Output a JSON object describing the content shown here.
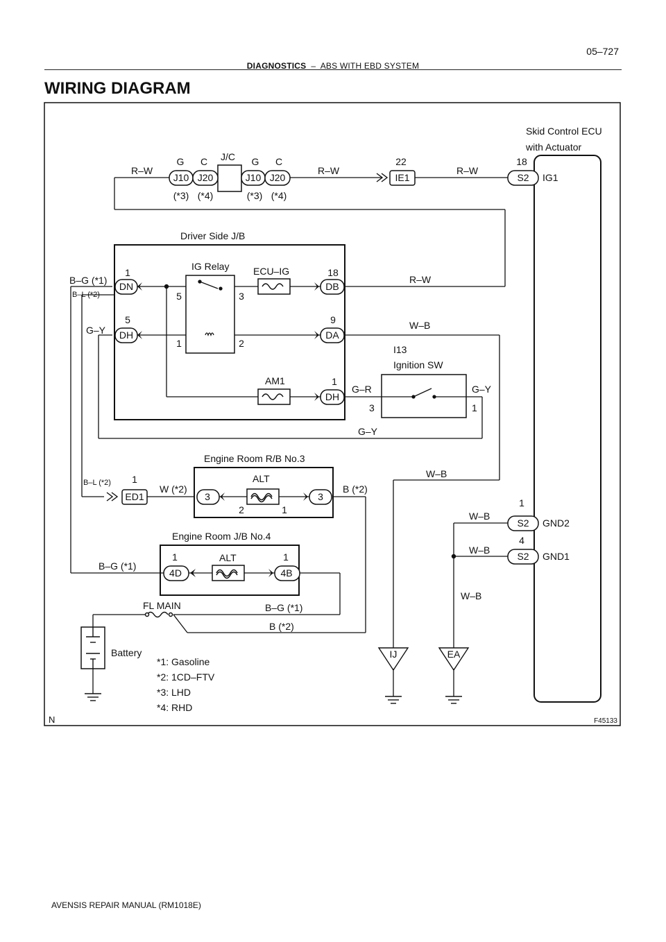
{
  "header": {
    "section": "DIAGNOSTICS",
    "separator": "–",
    "subsection": "ABS WITH EBD SYSTEM",
    "page_number": "05–727"
  },
  "title": "WIRING DIAGRAM",
  "footer": "AVENSIS REPAIR MANUAL   (RM1018E)",
  "diagram": {
    "corner_mark": "N",
    "figure_id": "F45133",
    "ecu": {
      "name_line1": "Skid Control ECU",
      "name_line2": "with Actuator",
      "pins": [
        {
          "num": "18",
          "conn": "S2",
          "sig": "IG1"
        },
        {
          "num": "1",
          "conn": "S2",
          "sig": "GND2"
        },
        {
          "num": "4",
          "conn": "S2",
          "sig": "GND1"
        }
      ]
    },
    "jc": {
      "label": "J/C",
      "connectors": [
        "J10",
        "J20",
        "J10",
        "J20"
      ],
      "letters": [
        "G",
        "C",
        "G",
        "C"
      ],
      "notes": [
        "(*3)",
        "(*4)",
        "(*3)",
        "(*4)"
      ]
    },
    "ie1": {
      "pin": "22",
      "conn": "IE1"
    },
    "wires": {
      "rw": "R–W",
      "wb": "W–B",
      "gy": "G–Y",
      "gr": "G–R",
      "bg1": "B–G (*1)",
      "bl2": "B–L (*2)",
      "w2": "W (*2)",
      "b2": "B (*2)"
    },
    "driver_jb": {
      "label": "Driver Side J/B",
      "relay": "IG Relay",
      "fuse_ecu": "ECU–IG",
      "fuse_am1": "AM1",
      "dn_pin": "1",
      "dn": "DN",
      "dh5_pin": "5",
      "dh5": "DH",
      "db_pin": "18",
      "db": "DB",
      "da_pin": "9",
      "da": "DA",
      "dh1_pin": "1",
      "dh1": "DH",
      "relay_pins": [
        "5",
        "3",
        "1",
        "2"
      ]
    },
    "ign_sw": {
      "id": "I13",
      "name": "Ignition SW",
      "pin3": "3",
      "pin1": "1"
    },
    "rb3": {
      "label": "Engine Room R/B No.3",
      "fuse": "ALT",
      "left": "3",
      "right": "3",
      "pin_a": "2",
      "pin_b": "1"
    },
    "ed1": {
      "pin": "1",
      "conn": "ED1"
    },
    "jb4": {
      "label": "Engine Room J/B No.4",
      "fuse": "ALT",
      "left_pin": "1",
      "left": "4D",
      "right_pin": "1",
      "right": "4B"
    },
    "fl_main": "FL MAIN",
    "battery": "Battery",
    "notes": [
      "*1: Gasoline",
      "*2: 1CD–FTV",
      "*3: LHD",
      "*4: RHD"
    ],
    "grounds": [
      "IJ",
      "EA"
    ]
  }
}
